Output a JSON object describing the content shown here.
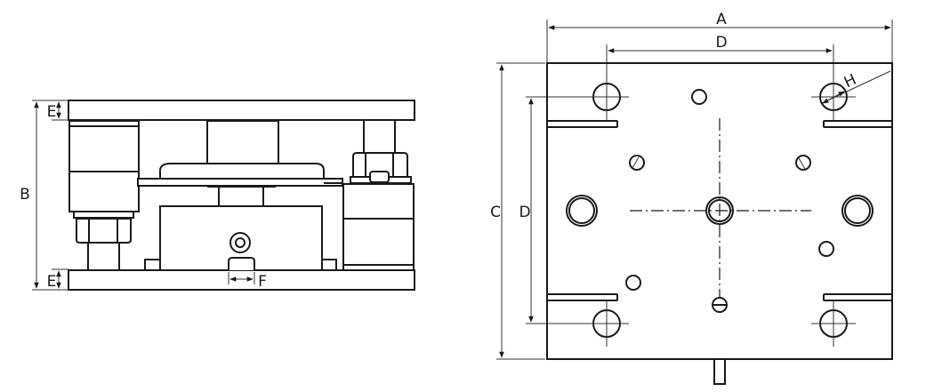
{
  "diagram": {
    "type": "technical drawing - load cell weigh module",
    "views": [
      "side-view",
      "top-view"
    ],
    "colors": {
      "line": "#1a1a1a",
      "background": "#ffffff"
    },
    "side_view": {
      "labels": {
        "E_top": "E",
        "B": "B",
        "E_bottom": "E",
        "F": "F"
      }
    },
    "top_view": {
      "labels": {
        "A": "A",
        "D_top": "D",
        "H": "H",
        "C": "C",
        "D_left": "D"
      }
    }
  }
}
